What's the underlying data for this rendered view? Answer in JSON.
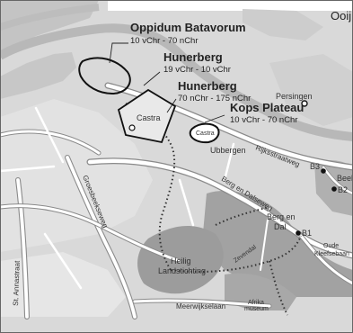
{
  "sites": [
    {
      "name": "Oppidum Batavorum",
      "dates": "10 vChr - 70 nChr"
    },
    {
      "name": "Hunerberg",
      "dates": "19 vChr - 10 vChr"
    },
    {
      "name": "Hunerberg",
      "dates": "70 nChr - 175 nChr"
    },
    {
      "name": "Kops Plateau",
      "dates": "10 vChr - 70 nChr"
    }
  ],
  "fort_labels": [
    "Castra",
    "Castra"
  ],
  "places": {
    "ooij": "Ooij",
    "persingen": "Persingen",
    "ubbergen": "Ubbergen",
    "beek": "Beek",
    "berg_en_dal_1": "Berg en",
    "berg_en_dal_2": "Dal",
    "heilig_1": "Heilig",
    "heilig_2": "Landstichting",
    "oude_1": "Oude",
    "oude_2": "Kleefsebaan",
    "afrika_1": "Afrika",
    "afrika_2": "museum"
  },
  "roads": {
    "rijksstraatweg": "Rijksstraatweg",
    "berg_en_dalseweg": "Berg en Dalseweg",
    "groesbeekseweg": "Groesbeekseweg",
    "st_annastraat": "St. Annastraat",
    "meerwijkselaan": "Meerwijkselaan",
    "zevendal": "Zevendal"
  },
  "route_markers": [
    "B1",
    "B2",
    "B3"
  ],
  "colors": {
    "background": "#ffffff",
    "land": "#dcdcdc",
    "river": "#bdbdbd",
    "forest": "#9e9e9e",
    "road": "#ffffff",
    "road_edge": "#8a8a8a",
    "site_outline": "#111111",
    "dotted_path": "#333333"
  }
}
